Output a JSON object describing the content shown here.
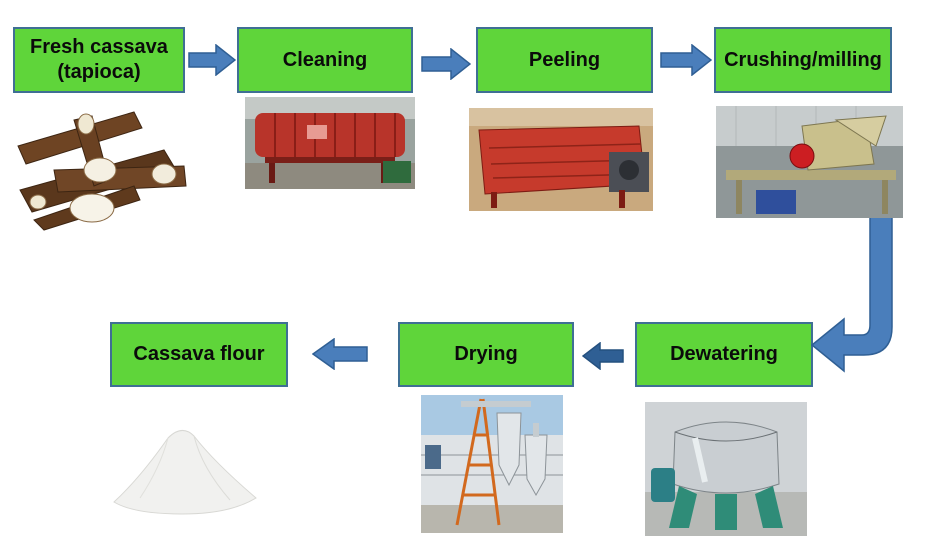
{
  "diagram": {
    "steps": [
      {
        "label": "Fresh cassava (tapioca)"
      },
      {
        "label": "Cleaning"
      },
      {
        "label": "Peeling"
      },
      {
        "label": "Crushing/milling"
      },
      {
        "label": "Dewatering"
      },
      {
        "label": "Drying"
      },
      {
        "label": "Cassava flour"
      }
    ]
  },
  "colors": {
    "box_fill": "#5fd53a",
    "box_border": "#3f6f94",
    "arrow_fill": "#4a7ebb",
    "arrow_stroke": "#2f5f94"
  }
}
